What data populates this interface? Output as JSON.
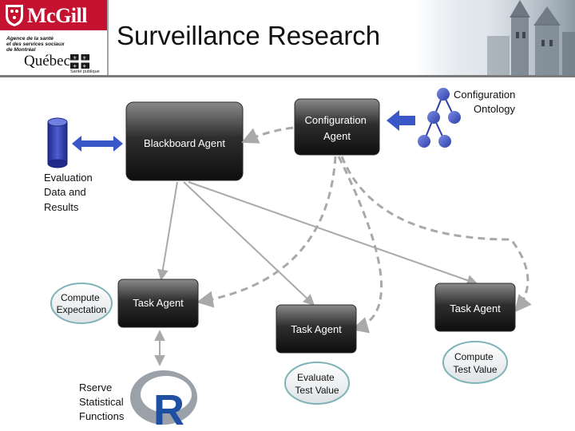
{
  "header": {
    "institution": "McGill",
    "agency_lines": [
      "Agence de la santé",
      "et des services sociaux",
      "de Montréal"
    ],
    "province": "Québec",
    "sante": "Santé publique",
    "title": "Surveillance Research"
  },
  "diagram": {
    "database_label": [
      "Evaluation",
      "Data and",
      "Results"
    ],
    "blackboard_agent": "Blackboard Agent",
    "configuration_agent": [
      "Configuration",
      "Agent"
    ],
    "configuration_ontology": [
      "Configuration",
      "Ontology"
    ],
    "task_agents": [
      "Task Agent",
      "Task Agent",
      "Task Agent"
    ],
    "compute_expectation": [
      "Compute",
      "Expectation"
    ],
    "evaluate_test_value": [
      "Evaluate",
      "Test Value"
    ],
    "compute_test_value": [
      "Compute",
      "Test Value"
    ],
    "rserve_label": [
      "Rserve",
      "Statistical",
      "Functions"
    ],
    "r_logo_letter": "R"
  },
  "colors": {
    "mcgill_red": "#c41230",
    "agent_dark": "#1a1a1a",
    "database_blue": "#2f3fa8",
    "arrow_blue": "#3a57c8",
    "oval_outline": "#7fb3b8"
  }
}
